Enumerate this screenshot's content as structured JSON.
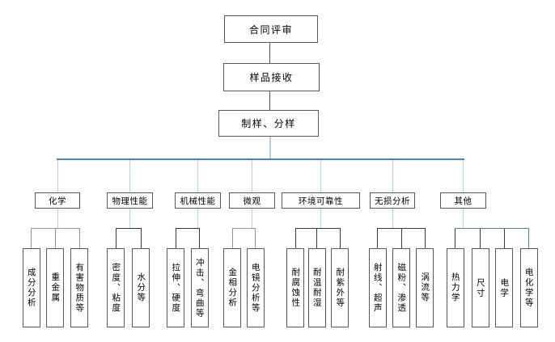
{
  "diagram": {
    "top_chain": [
      {
        "label": "合同评审"
      },
      {
        "label": "样品接收"
      },
      {
        "label": "制样、分样"
      }
    ],
    "branches": [
      {
        "label": "化学",
        "children": [
          "成分分析",
          "重金属",
          "有害物质等"
        ]
      },
      {
        "label": "物理性能",
        "children": [
          "密度、粘度",
          "水分等"
        ]
      },
      {
        "label": "机械性能",
        "children": [
          "拉伸、硬度",
          "冲击、弯曲等"
        ]
      },
      {
        "label": "微观",
        "children": [
          "金相分析",
          "电镜分析等"
        ]
      },
      {
        "label": "环境可靠性",
        "children": [
          "耐腐蚀性",
          "耐温耐湿",
          "耐紫外等"
        ]
      },
      {
        "label": "无损分析",
        "children": [
          "射线、超声",
          "磁粉、渗透",
          "涡流等"
        ]
      },
      {
        "label": "其他",
        "children": [
          "热力学",
          "尺寸",
          "电学",
          "电化学等"
        ]
      }
    ],
    "colors": {
      "connector_blue": "#4f81bd",
      "connector_light_blue": "#b9cde5",
      "connector_dark": "#595959",
      "branch_line_dark": "#3a3a3a",
      "branch_line_gray": "#949494",
      "box_border": "#595959",
      "background": "#ffffff",
      "text": "#000000"
    }
  }
}
